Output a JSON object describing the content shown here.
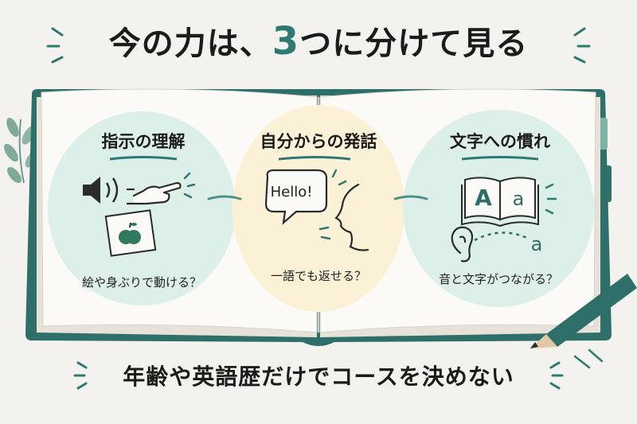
{
  "title": {
    "prefix": "今の力は、",
    "number": "3",
    "suffix": "つに分けて見る"
  },
  "columns": [
    {
      "heading": "指示の理解",
      "question": "絵や身ぶりで動ける？"
    },
    {
      "heading": "自分からの発話",
      "question": "一語でも返せる？",
      "bubble": "Hello!"
    },
    {
      "heading": "文字への慣れ",
      "question": "音と文字がつながる？",
      "book_left": "A",
      "book_right": "a",
      "sound_letter": "a"
    }
  ],
  "footer": "年齢や英語歴だけでコースを決めない",
  "colors": {
    "accent": "#2e7a72",
    "book_cover": "#2f6f69",
    "blob_green": "#dcefe9",
    "blob_yellow": "#fbf1d6"
  },
  "icons": [
    "speaker-icon",
    "pointing-hand-icon",
    "apple-card-icon",
    "speech-bubble-icon",
    "face-profile-icon",
    "open-book-icon",
    "ear-icon",
    "pencil-icon",
    "leaf-sprig-icon"
  ]
}
